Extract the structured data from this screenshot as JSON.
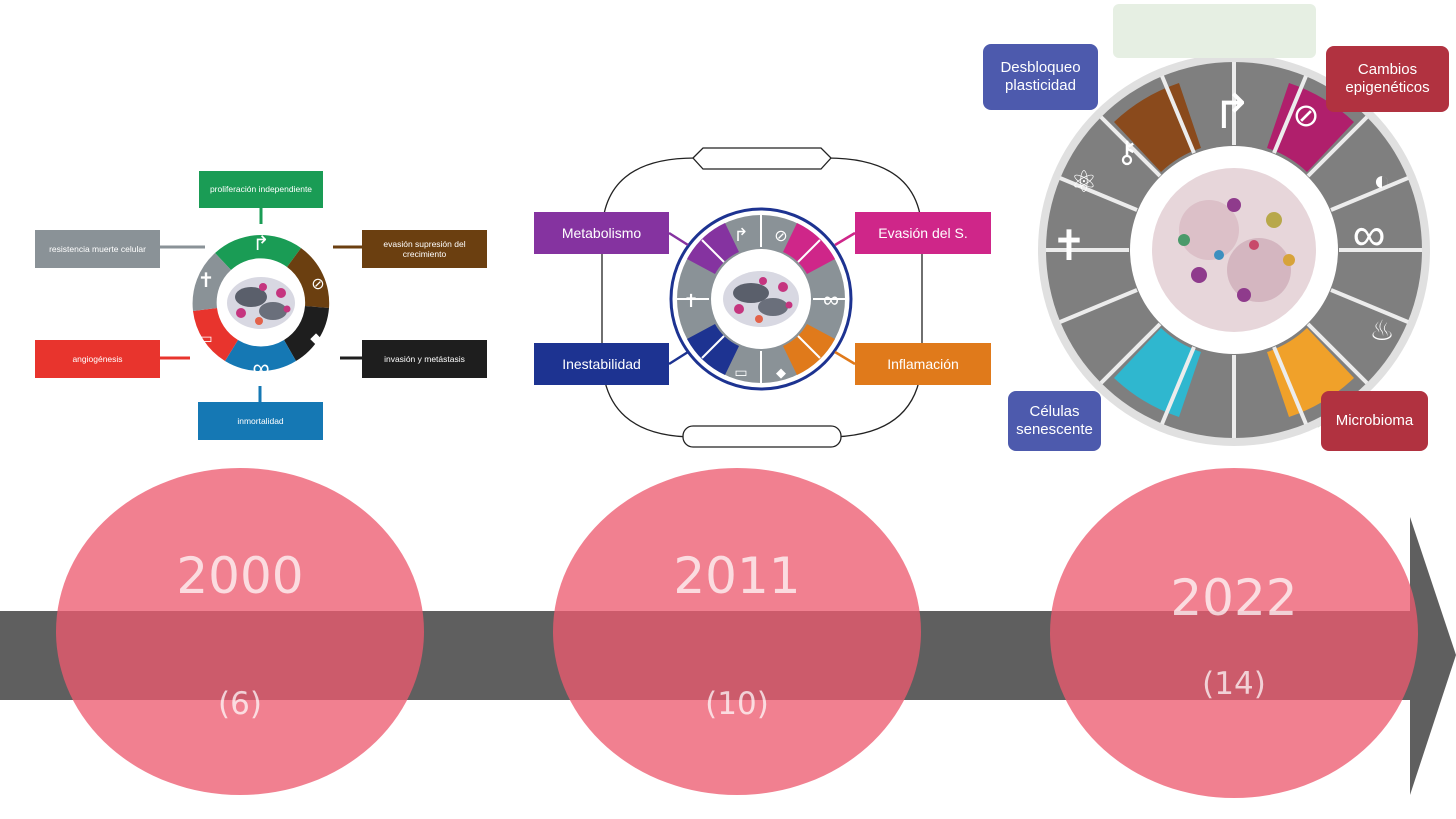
{
  "colors": {
    "arrow": "#5f5f5f",
    "circle": "#ed5a6e",
    "green": "#1a9c55",
    "brown": "#6b3f10",
    "gray": "#8a9297",
    "red": "#e8342d",
    "blue": "#1578b4",
    "black": "#1e1e1e",
    "purple": "#8533a0",
    "magenta": "#cf2689",
    "navy": "#1d3391",
    "orange": "#e07a1b",
    "slate": "#4d5aad",
    "crimson": "#b13240"
  },
  "diagram_2000": {
    "labels": {
      "top": "proliferación independiente",
      "left_top": "resistencia muerte celular",
      "right_top": "evasión supresión del crecimiento",
      "left_bottom": "angiogénesis",
      "right_bottom": "invasión y metástasis",
      "bottom": "inmortalidad"
    }
  },
  "diagram_2011": {
    "labels": {
      "left_top": "Metabolismo",
      "right_top": "Evasión del S.",
      "left_bottom": "Inestabilidad",
      "right_bottom": "Inflamación"
    }
  },
  "diagram_2022": {
    "labels": {
      "top_left": "Desbloqueo plasticidad",
      "top_right": "Cambios epigenéticos",
      "bottom_left": "Células senescente",
      "bottom_right": "Microbioma"
    }
  },
  "timeline": [
    {
      "year": "2000",
      "count": "(6)"
    },
    {
      "year": "2011",
      "count": "(10)"
    },
    {
      "year": "2022",
      "count": "(14)"
    }
  ]
}
